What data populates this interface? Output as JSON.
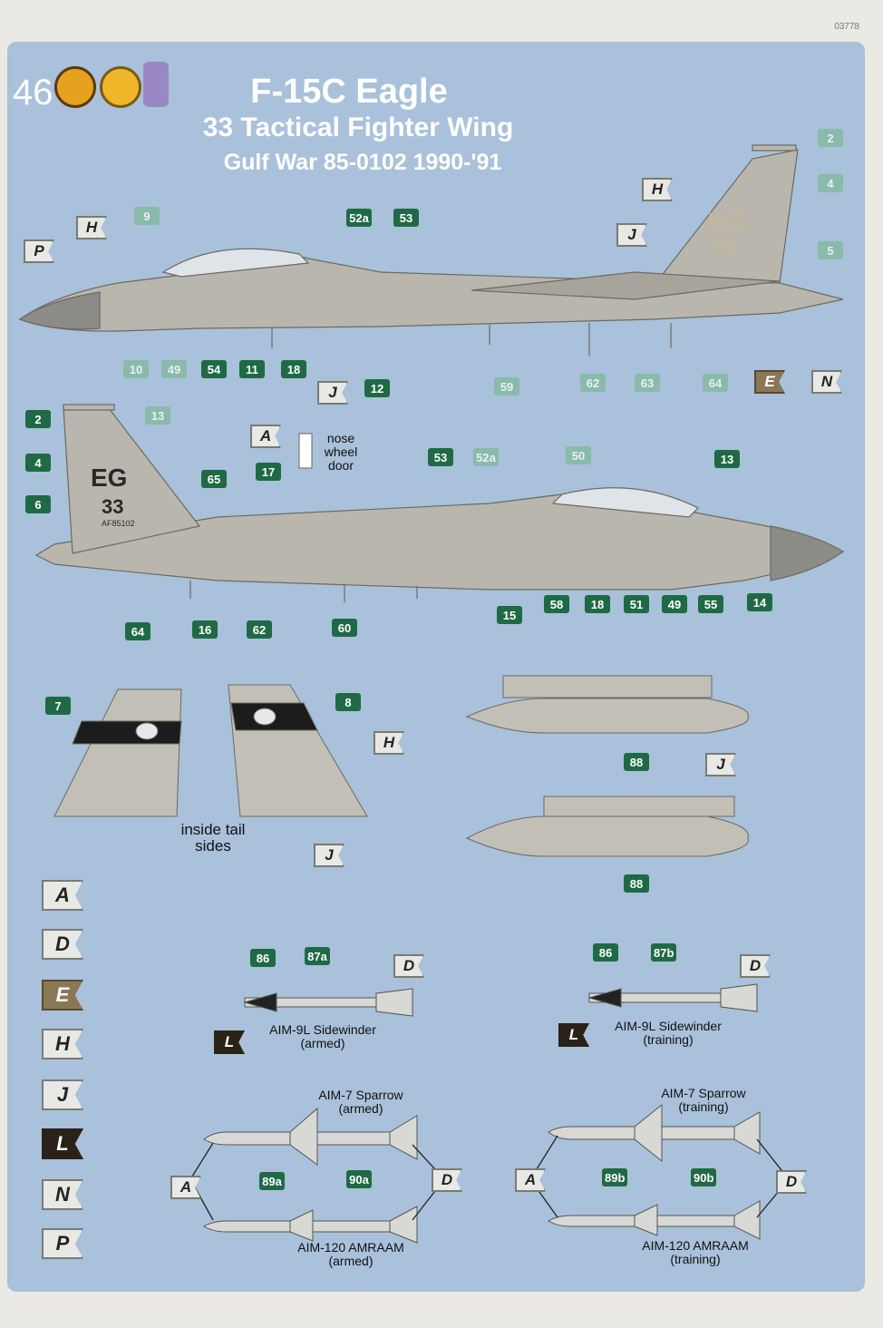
{
  "catalog_no": "03778",
  "page_number": "46",
  "title": {
    "aircraft": "F-15C  Eagle",
    "unit": "33 Tactical Fighter Wing",
    "detail": "Gulf War  85-0102  1990-'91"
  },
  "icons": [
    "brush-icon",
    "star-icon",
    "paint-bottle-icon"
  ],
  "colors": {
    "sheet_bg": "#a9c1da",
    "decal_green": "#1f6a45",
    "aircraft_grey": "#b9b6ad"
  },
  "aircraft_markings": {
    "tail_code": "EG",
    "tail_number": "33",
    "serial": "AF85102"
  },
  "labels": {
    "nose_wheel_door": "nose wheel door",
    "inside_tail_sides": "inside tail sides",
    "aim9_armed": "AIM-9L  Sidewinder (armed)",
    "aim9_training": "AIM-9L  Sidewinder (training)",
    "aim7_armed": "AIM-7  Sparrow (armed)",
    "aim7_training": "AIM-7  Sparrow (training)",
    "aim120_armed": "AIM-120  AMRAAM (armed)",
    "aim120_training": "AIM-120  AMRAAM (training)"
  },
  "paint_legend": [
    "A",
    "D",
    "E",
    "H",
    "J",
    "L",
    "N",
    "P"
  ],
  "decals": {
    "top_view": [
      "52a",
      "53",
      "10",
      "49",
      "54",
      "11",
      "18",
      "12",
      "59",
      "62",
      "63",
      "64",
      "2",
      "4",
      "5",
      "9"
    ],
    "bottom_view": [
      "2",
      "4",
      "6",
      "13",
      "17",
      "65",
      "53",
      "52a",
      "50",
      "13",
      "64",
      "16",
      "62",
      "60",
      "15",
      "58",
      "18",
      "51",
      "49",
      "55",
      "14"
    ],
    "tails": [
      "7",
      "8"
    ],
    "tanks": [
      "88",
      "88"
    ],
    "missiles": [
      "86",
      "87a",
      "86",
      "87b",
      "89a",
      "90a",
      "89b",
      "90b"
    ]
  },
  "paint_tags": {
    "top": [
      "P",
      "H",
      "H",
      "J",
      "J",
      "E",
      "N"
    ],
    "bottom": [
      "A"
    ],
    "tails": [
      "H",
      "J"
    ],
    "tank": [
      "J"
    ],
    "missiles": [
      "D",
      "L",
      "D",
      "L",
      "A",
      "D",
      "A",
      "D"
    ]
  }
}
